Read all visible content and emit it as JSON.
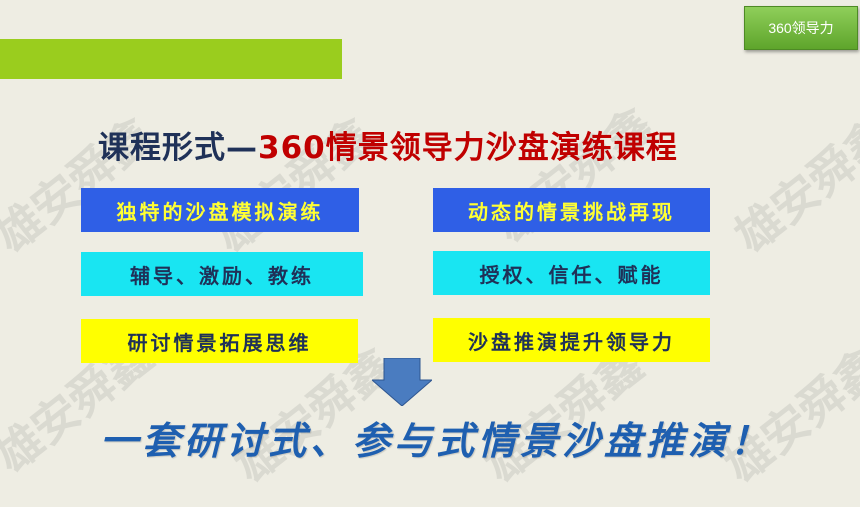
{
  "watermark": "雄安舜鑫",
  "badge": {
    "label": "360领导力"
  },
  "heading": {
    "part1": "课程形式—",
    "part2": "360情景领导力沙盘演练课程"
  },
  "boxes": {
    "left": [
      "独特的沙盘模拟演练",
      "辅导、激励、教练",
      "研讨情景拓展思维"
    ],
    "right": [
      "动态的情景挑战再现",
      "授权、信任、赋能",
      "沙盘推演提升领导力"
    ]
  },
  "slogan": "一套研讨式、参与式情景沙盘推演！",
  "colors": {
    "accent_bar": "#9acd1e",
    "heading_dark": "#1f3158",
    "heading_red": "#c00000",
    "box_blue": "#2f5fe6",
    "box_cyan": "#19e5f2",
    "box_yellow": "#ffff00",
    "slogan": "#1e5fb0",
    "arrow": "#4a7cc0"
  },
  "icons": {
    "arrow": "down-arrow-icon"
  }
}
